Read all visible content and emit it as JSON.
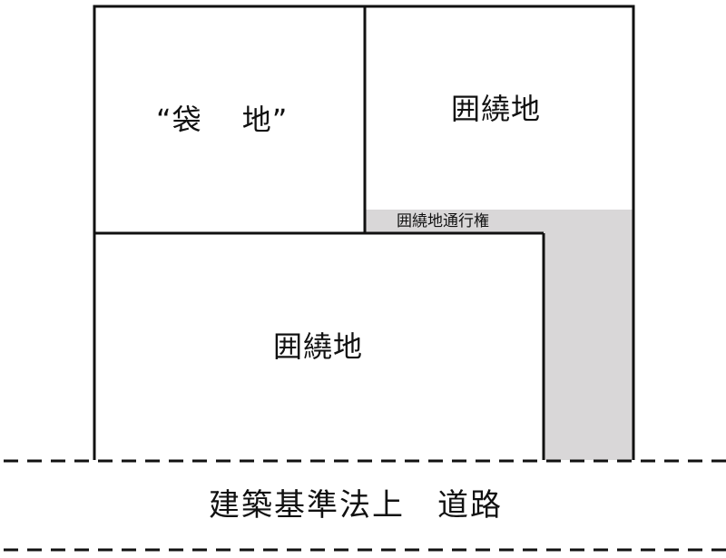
{
  "parcels": {
    "fukuro_chi": {
      "label": "“袋　 地”"
    },
    "inyo_chi_top": {
      "label": "囲繞地"
    },
    "inyo_chi_bottom": {
      "label": "囲繞地"
    }
  },
  "easement": {
    "label": "囲繞地通行権",
    "fill_color": "#d9d7d8"
  },
  "road": {
    "label": "建築基準法上　道路"
  },
  "colors": {
    "line": "#111111",
    "background": "#ffffff"
  }
}
